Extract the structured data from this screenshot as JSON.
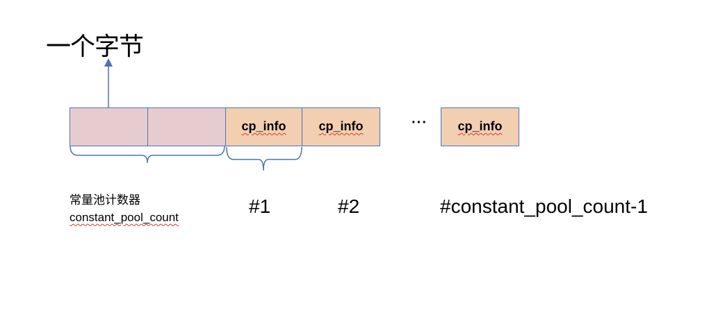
{
  "title": "一个字节",
  "cells": {
    "cp_info_1": "cp_info",
    "cp_info_2": "cp_info",
    "cp_info_last": "cp_info"
  },
  "ellipsis": "···",
  "counter": {
    "chinese_label": "常量池计数器",
    "english_label": "constant_pool_count"
  },
  "indices": {
    "first": "#1",
    "second": "#2",
    "last": "#constant_pool_count-1"
  },
  "colors": {
    "border": "#4a72b8",
    "counter_fill": "#e7cccf",
    "cp_info_fill": "#f2cfb1",
    "spellcheck_underline": "#d63b2f"
  }
}
